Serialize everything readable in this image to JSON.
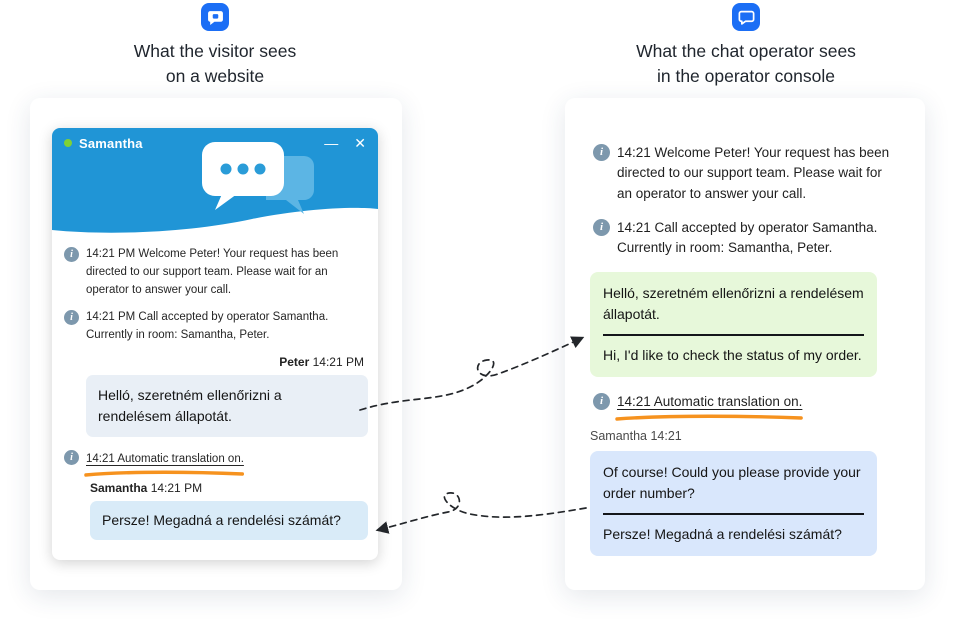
{
  "page": {
    "left_header": {
      "line1": "What the visitor sees",
      "line2": "on a website"
    },
    "right_header": {
      "line1": "What the chat operator sees",
      "line2": "in the operator console"
    }
  },
  "icons": {
    "info_glyph": "i",
    "minimize_glyph": "—",
    "close_glyph": "✕"
  },
  "visitor_widget": {
    "header": {
      "name": "Samantha"
    },
    "system_messages": [
      "14:21 PM Welcome Peter! Your request has been directed to our support team. Please wait for an operator to answer your call.",
      "14:21 PM Call accepted by operator Samantha. Currently in room: Samantha, Peter.",
      "14:21 Automatic translation on."
    ],
    "peter_label": {
      "name": "Peter",
      "time": "14:21 PM"
    },
    "peter_message": "Helló, szeretném ellenőrizni a rendelésem állapotát.",
    "samantha_label": {
      "name": "Samantha",
      "time": "14:21 PM"
    },
    "samantha_message": "Persze! Megadná a rendelési számát?"
  },
  "operator_console": {
    "system_messages": [
      "14:21 Welcome Peter! Your request has been directed to our support team. Please wait for an operator to answer your call.",
      "14:21 Call accepted by operator Samantha. Currently in room: Samantha, Peter.",
      "14:21 Automatic translation on."
    ],
    "visitor_bubble": {
      "original": "Helló, szeretném ellenőrizni a rendelésem állapotát.",
      "translation": "Hi, I'd like to check the status of my order."
    },
    "operator_label": "Samantha 14:21",
    "operator_bubble": {
      "original": "Of course! Could you please provide your order number?",
      "translation": "Persze! Megadná a rendelési számát?"
    }
  },
  "colors": {
    "brand_blue": "#1b6ef5",
    "header_blue": "#2095d6",
    "online_green": "#7fd135",
    "visitor_bubble": "#e9eff6",
    "operator_reply_bubble": "#d9ebf8",
    "green_bubble": "#e7f8da",
    "blue_bubble": "#d9e7fc",
    "underline_orange": "#f6921e"
  }
}
